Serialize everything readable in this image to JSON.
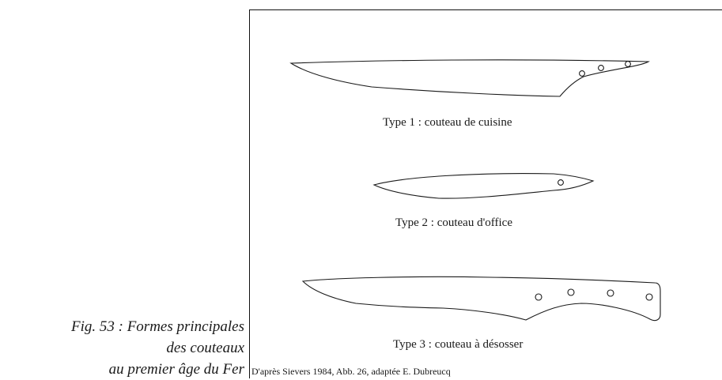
{
  "caption": {
    "line1": "Fig. 53 : Formes principales",
    "line2": "des couteaux",
    "line3": "au premier âge du Fer"
  },
  "knives": [
    {
      "label": "Type 1 : couteau de cuisine",
      "holes": 3
    },
    {
      "label": "Type 2 : couteau d'office",
      "holes": 1
    },
    {
      "label": "Type 3 : couteau à désosser",
      "holes": 4
    }
  ],
  "source": "D'après Sievers 1984, Abb. 26, adaptée E. Dubreucq",
  "colors": {
    "line": "#1a1a1a",
    "background": "#ffffff"
  }
}
